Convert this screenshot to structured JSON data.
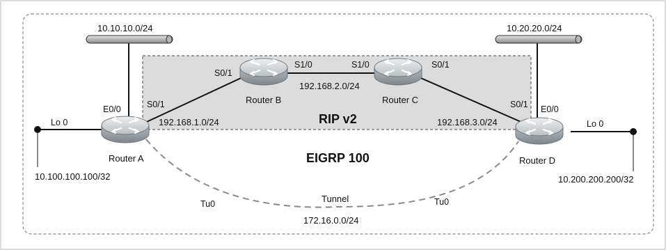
{
  "regions": {
    "eigrp_label": "EIGRP 100",
    "rip_label": "RIP v2"
  },
  "routers": {
    "a": "Router A",
    "b": "Router B",
    "c": "Router C",
    "d": "Router D"
  },
  "networks": {
    "lan_a": "10.10.10.0/24",
    "lan_d": "10.20.20.0/24",
    "ab": "192.168.1.0/24",
    "bc": "192.168.2.0/24",
    "cd": "192.168.3.0/24",
    "tunnel_name": "Tunnel",
    "tunnel_net": "172.16.0.0/24",
    "lo_a": "10.100.100.100/32",
    "lo_d": "10.200.200.200/32"
  },
  "interfaces": {
    "a_e00": "E0/0",
    "a_s01": "S0/1",
    "a_lo0": "Lo 0",
    "a_tu0": "Tu0",
    "b_s01": "S0/1",
    "b_s10": "S1/0",
    "c_s10": "S1/0",
    "c_s01": "S0/1",
    "d_s01": "S0/1",
    "d_e00": "E0/0",
    "d_lo0": "Lo 0",
    "d_tu0": "Tu0"
  },
  "colors": {
    "rip_fill": "#dcdcdc",
    "router_fill": "#cfd3d6",
    "router_dark": "#8f979c",
    "line": "#111111",
    "border": "#888888"
  }
}
